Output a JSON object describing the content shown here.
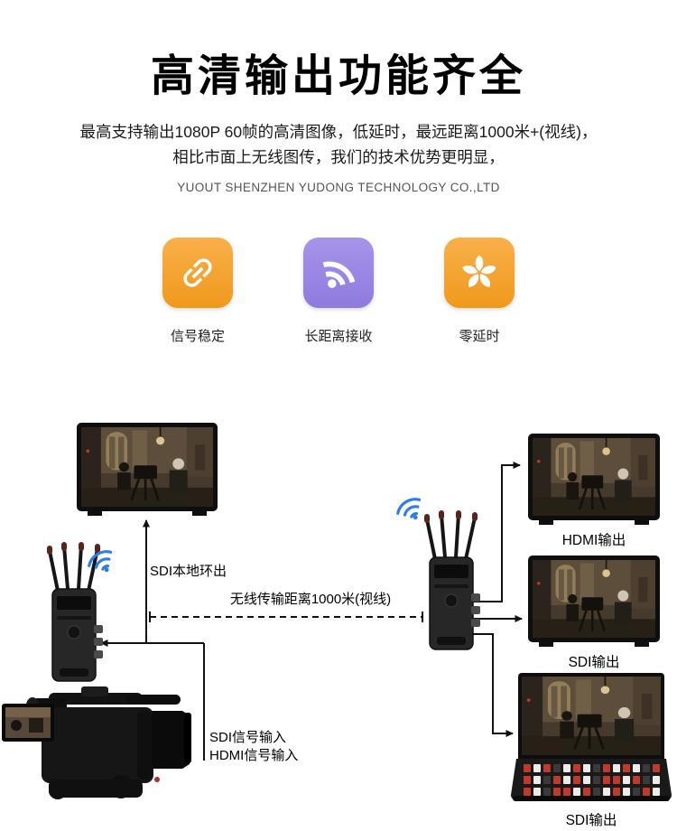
{
  "header": {
    "title": "高清输出功能齐全",
    "subtitle_line1": "最高支持输出1080P 60帧的高清图像，低延时，最远距离1000米+(视线)，",
    "subtitle_line2": "相比市面上无线图传，我们的技术优势更明显，",
    "company": "YUOUT SHENZHEN YUDONG TECHNOLOGY CO.,LTD"
  },
  "features": [
    {
      "label": "信号稳定",
      "icon": "link-icon",
      "bg_color": "#F5A42A"
    },
    {
      "label": "长距离接收",
      "icon": "rss-icon",
      "bg_color": "#9D8BE3"
    },
    {
      "label": "零延时",
      "icon": "flower-icon",
      "bg_color": "#F5A42A"
    }
  ],
  "diagram": {
    "sdi_loop_label": "SDI本地环出",
    "distance_label": "无线传输距离1000米(视线)",
    "input_label_line1": "SDI信号输入",
    "input_label_line2": "HDMI信号输入",
    "outputs": {
      "hdmi": "HDMI输出",
      "sdi": "SDI输出",
      "sdi_switcher": "SDI输出"
    }
  },
  "colors": {
    "accent_orange": "#F5A42A",
    "accent_purple": "#9D8BE3",
    "wifi_blue": "#2E7DE9",
    "line_black": "#111111"
  }
}
